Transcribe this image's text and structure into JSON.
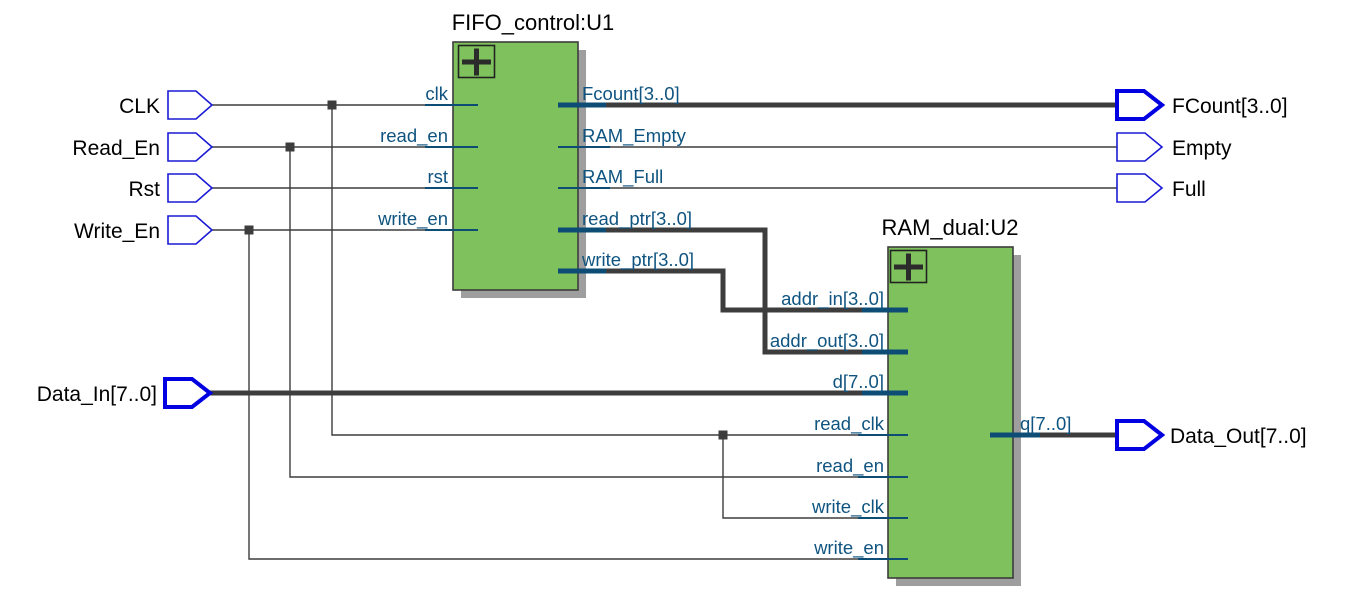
{
  "schematic": {
    "tool_context": "RTL netlist schematic",
    "instances": [
      {
        "title": "FIFO_control:U1",
        "inputs": [
          "clk",
          "read_en",
          "rst",
          "write_en"
        ],
        "outputs": [
          "Fcount[3..0]",
          "RAM_Empty",
          "RAM_Full",
          "read_ptr[3..0]",
          "write_ptr[3..0]"
        ]
      },
      {
        "title": "RAM_dual:U2",
        "inputs": [
          "addr_in[3..0]",
          "addr_out[3..0]",
          "d[7..0]",
          "read_clk",
          "read_en",
          "write_clk",
          "write_en"
        ],
        "outputs": [
          "q[7..0]"
        ]
      }
    ],
    "pins": {
      "inputs": [
        "CLK",
        "Read_En",
        "Rst",
        "Write_En",
        "Data_In[7..0]"
      ],
      "outputs": [
        "FCount[3..0]",
        "Empty",
        "Full",
        "Data_Out[7..0]"
      ]
    },
    "colors": {
      "block_fill": "#7FC25D",
      "block_border": "#3C3C3C",
      "block_shadow": "#9E9E9E",
      "wire": "#3D3D3D",
      "port_stub": "#0C4C75",
      "port_label": "#0F5480",
      "pin_outline_signal": "#1A1AD6",
      "pin_outline_bus": "#0000E0",
      "text": "#000000",
      "background": "#FFFFFF"
    }
  }
}
